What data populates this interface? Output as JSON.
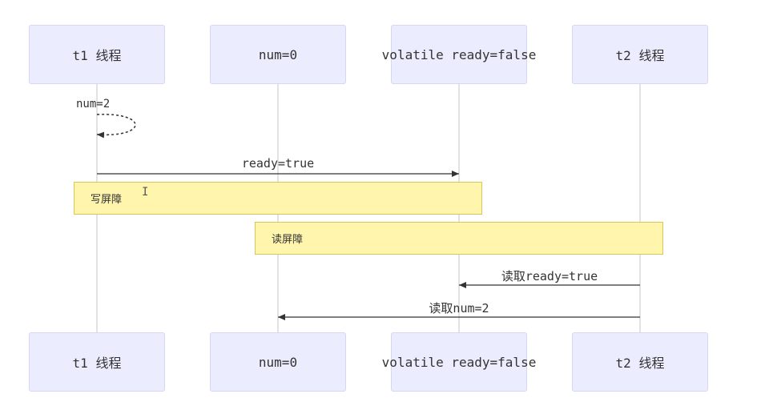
{
  "participants": [
    {
      "id": "t1",
      "label": "t1 线程"
    },
    {
      "id": "num",
      "label": "num=0"
    },
    {
      "id": "ready",
      "label": "volatile ready=false"
    },
    {
      "id": "t2",
      "label": "t2 线程"
    }
  ],
  "messages": {
    "self_num": "num=2",
    "set_ready": "ready=true",
    "read_ready": "读取ready=true",
    "read_num": "读取num=2"
  },
  "notes": {
    "write_barrier": "写屏障",
    "read_barrier": "读屏障"
  },
  "colors": {
    "actor_fill": "#ececff",
    "actor_border": "#d6d6f5",
    "note_fill": "#fff5ad",
    "note_border": "#d7c758",
    "line": "#333333",
    "lifeline": "#d9d9d9"
  }
}
